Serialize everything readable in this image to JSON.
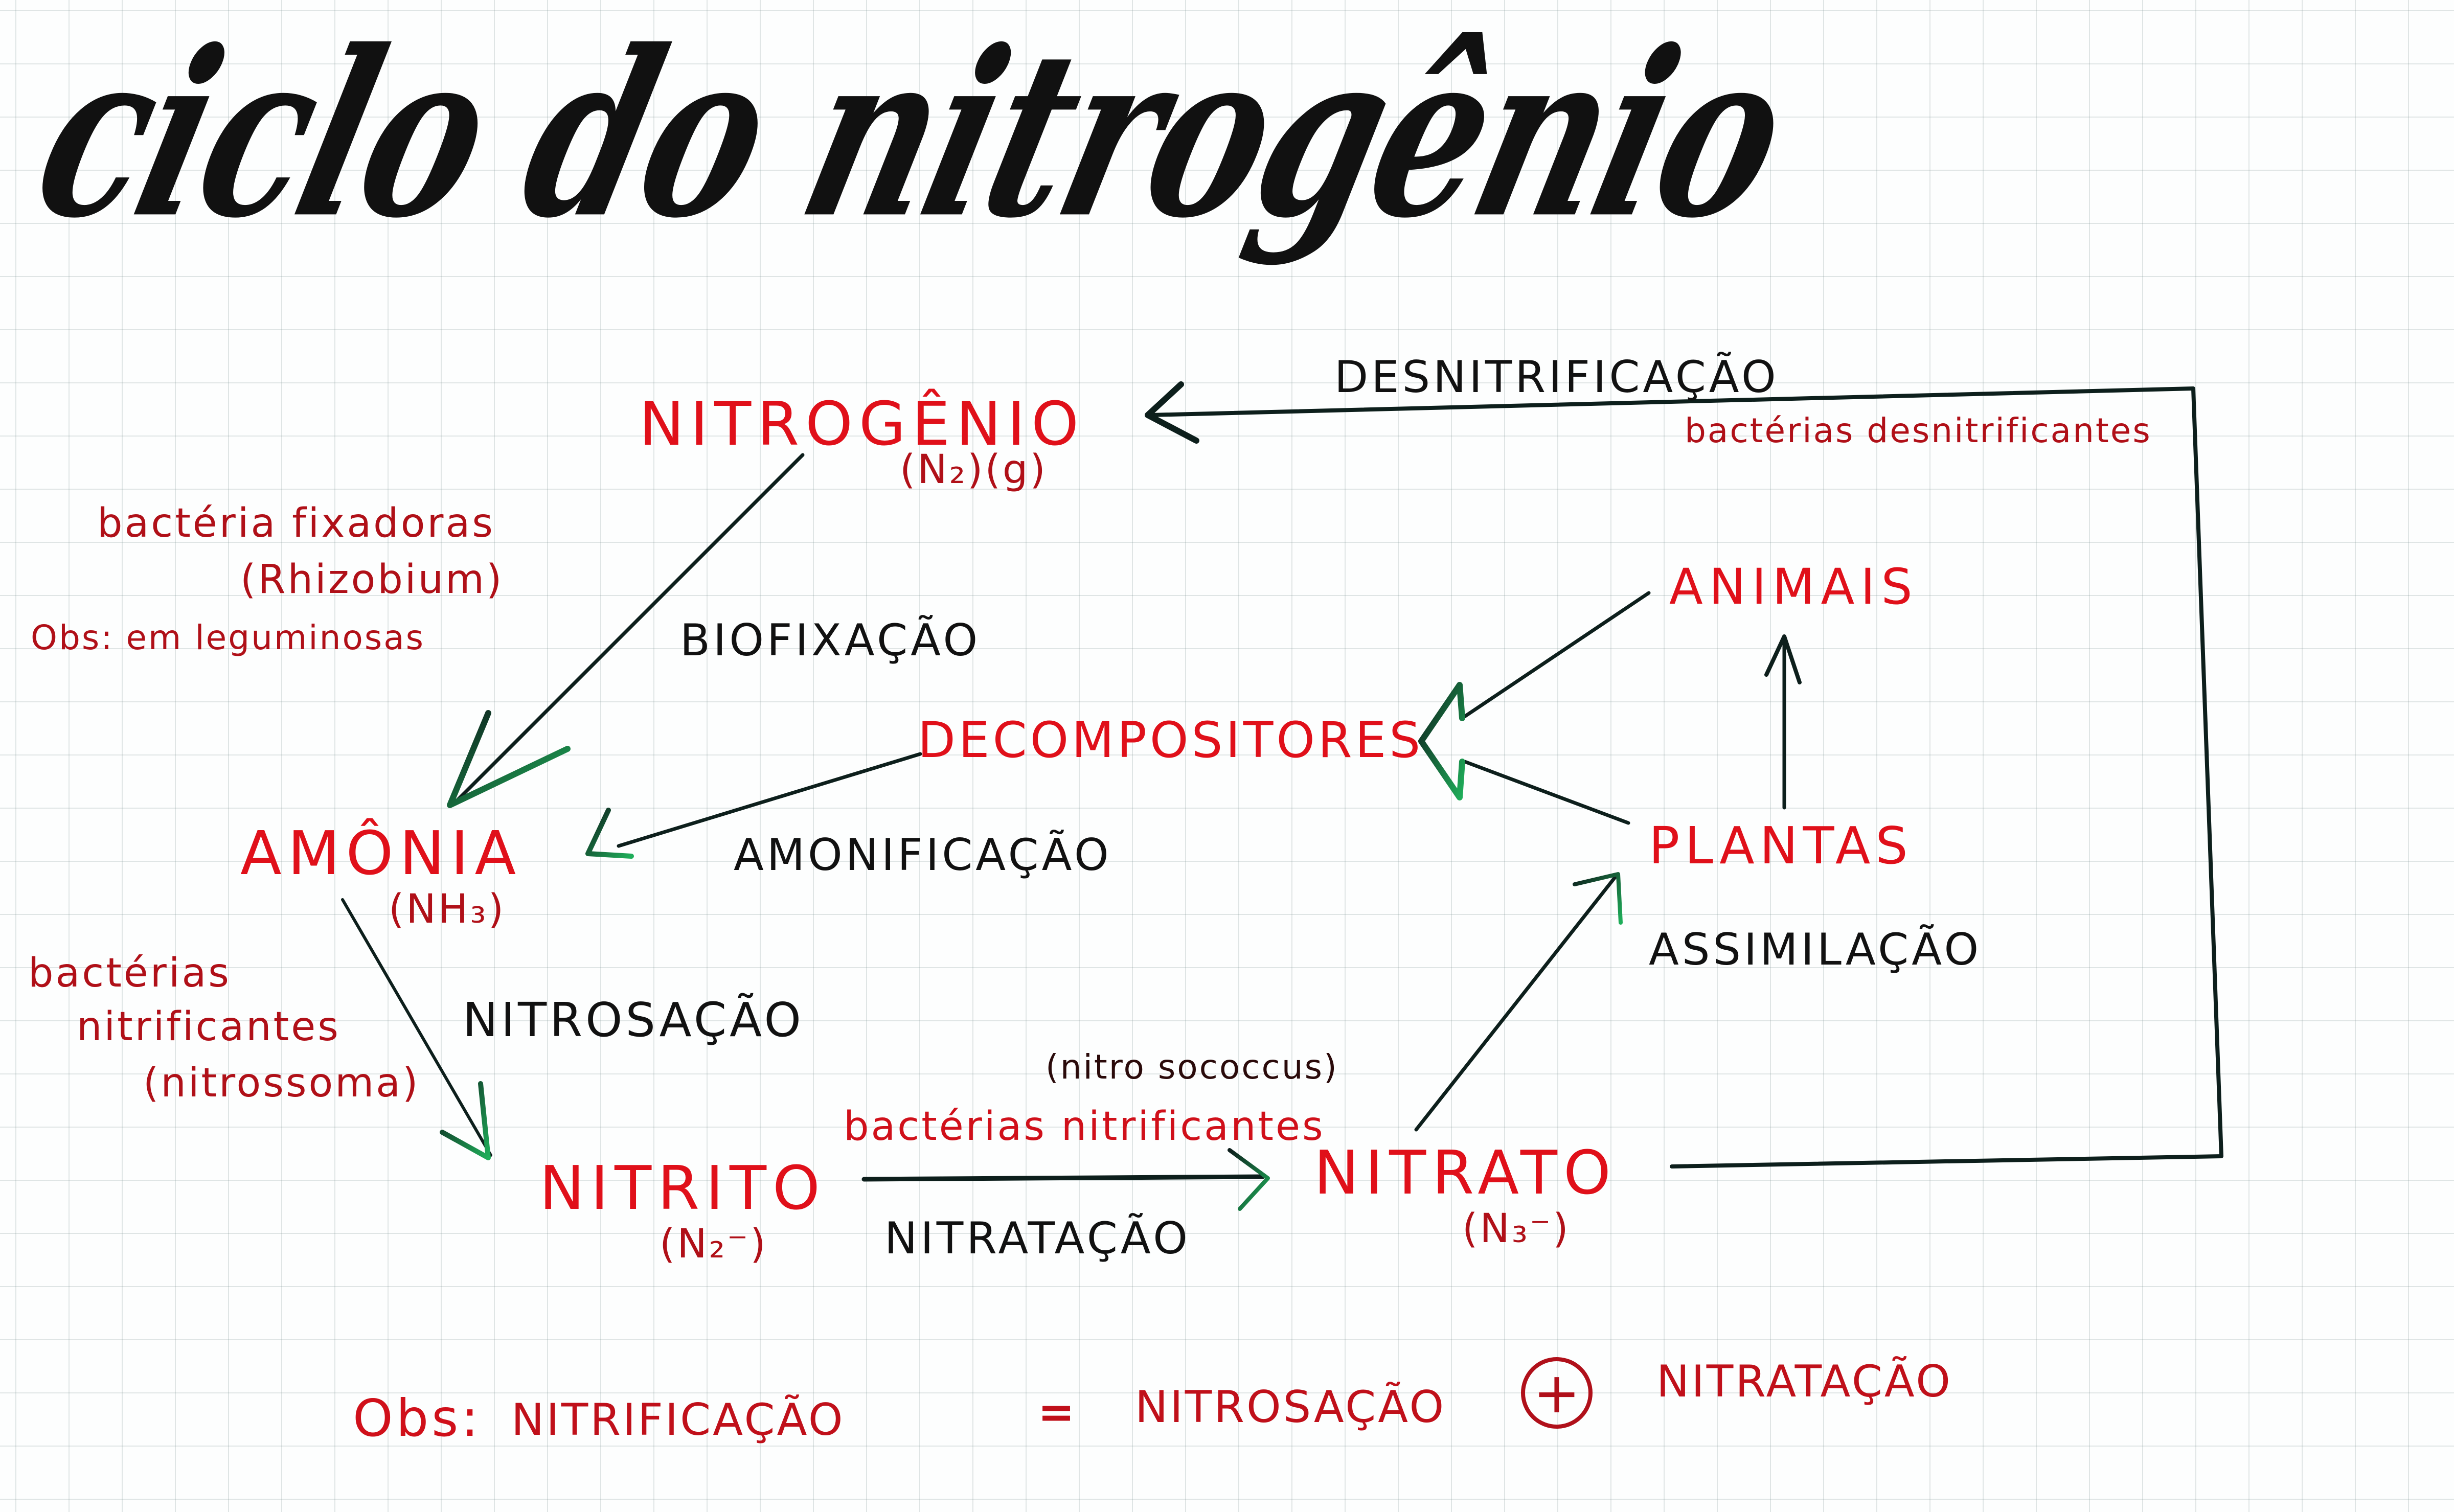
{
  "title": "ciclo do nitrogênio",
  "colors": {
    "title": "#111111",
    "node": "#e0101a",
    "process": "#111111",
    "note": "#b01018",
    "arrow": "#0d1f1c",
    "arrow_tip": "#1fae5a",
    "grid": "#b8c4c4"
  },
  "nodes": {
    "nitrogenio": {
      "label": "NITROGÊNIO",
      "formula": "(N₂)(g)"
    },
    "amonia": {
      "label": "AMÔNIA",
      "formula": "(NH₃)"
    },
    "nitrito": {
      "label": "NITRITO",
      "formula": "(N₂⁻)"
    },
    "nitrato": {
      "label": "NITRATO",
      "formula": "(N₃⁻)"
    },
    "decompositores": {
      "label": "DECOMPOSITORES"
    },
    "animais": {
      "label": "ANIMAIS"
    },
    "plantas": {
      "label": "PLANTAS"
    }
  },
  "processes": {
    "desnitrificacao": "DESNITRIFICAÇÃO",
    "biofixacao": "BIOFIXAÇÃO",
    "amonificacao": "AMONIFICAÇÃO",
    "nitrosacao": "NITROSAÇÃO",
    "nitratacao": "NITRATAÇÃO",
    "assimilacao": "ASSIMILAÇÃO"
  },
  "notes": {
    "desnitrificantes": "bactérias desnitrificantes",
    "fixadoras_line1": "bactéria fixadoras",
    "fixadoras_line2": "(Rhizobium)",
    "fixadoras_obs": "Obs: em leguminosas",
    "nitrificantes_1_line1": "bactérias",
    "nitrificantes_1_line2": "nitrificantes",
    "nitrificantes_1_line3": "(nitrossoma)",
    "nitrificantes_2_line1": "(nitro sococcus)",
    "nitrificantes_2_line2": "bactérias nitrificantes"
  },
  "footer": {
    "obs_label": "Obs:",
    "term": "NITRIFICAÇÃO",
    "equals": "=",
    "part1": "NITROSAÇÃO",
    "plus": "+",
    "part2": "NITRATAÇÃO"
  }
}
